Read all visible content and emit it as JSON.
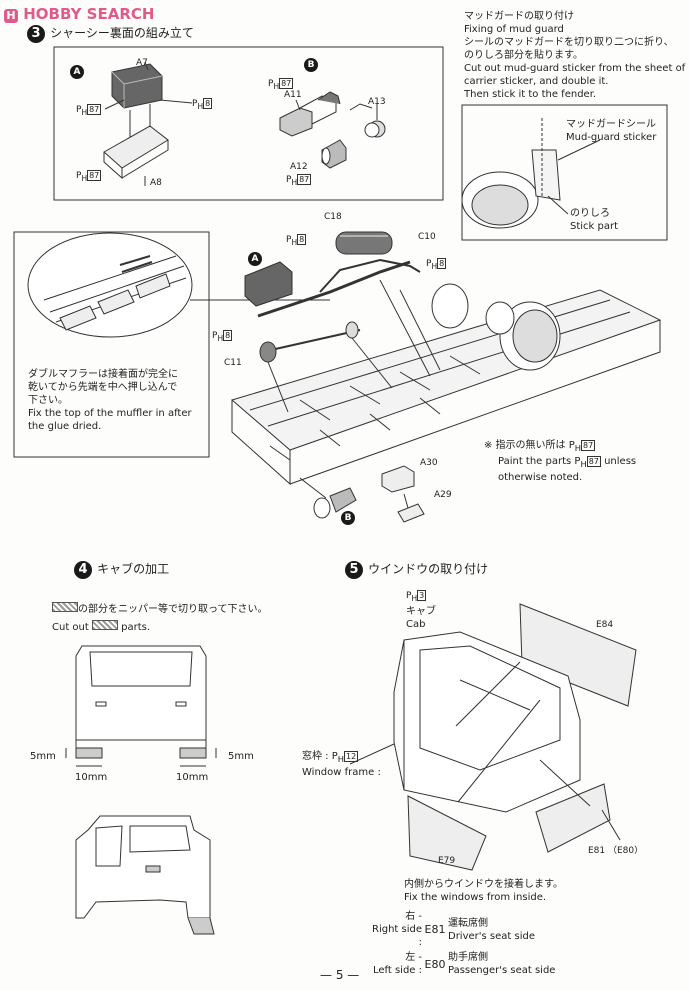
{
  "watermark": "HOBBY SEARCH",
  "step3": {
    "number": "3",
    "title": "シャーシー裏面の組み立て",
    "panelA": {
      "label": "A",
      "parts": [
        "A7",
        "A8"
      ],
      "paints": [
        "87",
        "8",
        "87"
      ]
    },
    "panelB": {
      "label": "B",
      "parts": [
        "A11",
        "A13",
        "A12"
      ],
      "paints": [
        "87",
        "87"
      ]
    },
    "mudguard": {
      "jp1": "マッドガードの取り付け",
      "en1": "Fixing of mud guard",
      "jp2": "シールのマッドガードを切り取り二つに折り、",
      "jp3": "のりしろ部分を貼ります。",
      "en2": "Cut out mud-guard sticker from the sheet of",
      "en3": "carrier sticker, and double it.",
      "en4": "Then stick it to the fender.",
      "sticker_jp": "マッドガードシール",
      "sticker_en": "Mud-guard sticker",
      "stick_jp": "のりしろ",
      "stick_en": "Stick part"
    },
    "muffler": {
      "jp1": "ダブルマフラーは接着面が完全に",
      "jp2": "乾いてから先端を中へ押し込んで",
      "jp3": "下さい。",
      "en1": "Fix the top of the muffler in after",
      "en2": "the glue dried."
    },
    "parts_main": [
      "C18",
      "C10",
      "C11",
      "A30",
      "A29"
    ],
    "paints_main": [
      "8",
      "8",
      "8"
    ],
    "note": {
      "jp": "※ 指示の無い所は",
      "code": "87",
      "en1": "Paint the parts",
      "en2": "unless",
      "en3": "otherwise noted."
    },
    "labelA": "A",
    "labelB": "B"
  },
  "step4": {
    "number": "4",
    "title": "キャブの加工",
    "jp": "の部分をニッパー等で切り取って下さい。",
    "en_pre": "Cut out",
    "en_post": "parts.",
    "dim_5mm": "5mm",
    "dim_10mm": "10mm"
  },
  "step5": {
    "number": "5",
    "title": "ウインドウの取り付け",
    "cab_paint": "3",
    "cab_jp": "キャブ",
    "cab_en": "Cab",
    "frame_jp": "窓枠 :",
    "frame_paint": "12",
    "frame_en": "Window frame :",
    "parts": [
      "E84",
      "E79",
      "E81 （E80）"
    ],
    "inside_jp": "内側からウインドウを接着します。",
    "inside_en": "Fix the windows from inside.",
    "right_jp": "右 -",
    "right_en": "Right side :",
    "right_part": "E81",
    "right_desc_jp": "運転席側",
    "right_desc_en": "Driver's seat side",
    "left_jp": "左 -",
    "left_en": "Left side :",
    "left_part": "E80",
    "left_desc_jp": "助手席側",
    "left_desc_en": "Passenger's seat side"
  },
  "page_number": "— 5 —"
}
